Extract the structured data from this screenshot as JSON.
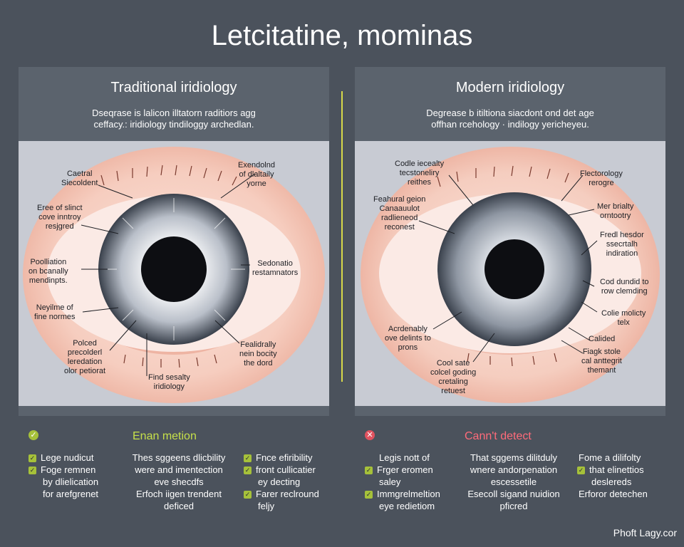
{
  "title": "Letcitatine, mominas",
  "colors": {
    "background": "#4b525c",
    "positive": "#c6e04a",
    "negative": "#ff6b7a",
    "check": "#a6c13a",
    "divider": "#d7d94a"
  },
  "left": {
    "heading": "Traditional iridiology",
    "desc_lines": [
      "Dseqrase is lalicon illtatorn raditiors agg",
      "ceffacy.: iridiology tindiloggy archedlan."
    ],
    "labels": [
      [
        "Caetral",
        "Siecoldent"
      ],
      [
        "Exendolnd",
        "of dlaltaily",
        "yorne"
      ],
      [
        "Eree of slinct",
        "cove inntroy",
        "resjgred"
      ],
      [
        "Poolliation",
        "on bcanally",
        "mendinpts."
      ],
      [
        "Sedonatio",
        "restamnators"
      ],
      [
        "Neyilme of",
        "fine normes"
      ],
      [
        "Polced",
        "precolderl",
        "leredation",
        "olor petiorat"
      ],
      [
        "Fealidrally",
        "nein bocity",
        "the dord"
      ],
      [
        "Find sesalty",
        "iridiology"
      ]
    ]
  },
  "right": {
    "heading": "Modern iridiology",
    "desc_lines": [
      "Degrease b itiltiona siacdont ond det age",
      "offhan rcehology · indilogy yericheyeu."
    ],
    "labels": [
      [
        "Codle iecealty",
        "tecstoneliry",
        "reithes"
      ],
      [
        "Flectorology",
        "rerogre"
      ],
      [
        "Feahural geion",
        "Canaauulot",
        "radlieneod",
        "reconest"
      ],
      [
        "Mer brialty",
        "orntootry"
      ],
      [
        "Fredl hesdor",
        "ssecrtalh",
        "indiration"
      ],
      [
        "Cod dundid to",
        "row clemding"
      ],
      [
        "Colie molicty",
        "telx"
      ],
      [
        "Acrdenably",
        "ove delints to",
        "prons"
      ],
      [
        "Calided"
      ],
      [
        "Fiagk stole",
        "cal anttegrit",
        "themant"
      ],
      [
        "Cool sate",
        "colcel goding",
        "cretaling",
        "retuest"
      ]
    ]
  },
  "bottom": {
    "left": {
      "icon": "✓",
      "heading": "Enan metion",
      "col1": [
        {
          "check": true,
          "text": "Lege nudicut"
        },
        {
          "check": true,
          "text": "Foge remnen"
        },
        {
          "check": false,
          "text": "by dlielication"
        },
        {
          "check": false,
          "text": "for arefgrenet"
        }
      ],
      "col2": [
        "Thes sggeens dlicbility",
        "were and imentection",
        "eve shecdfs",
        "Erfoch iigen trendent",
        "deficed"
      ],
      "col3": [
        {
          "check": true,
          "text": "Fnce efiribility"
        },
        {
          "check": true,
          "text": "front cullicatier"
        },
        {
          "check": false,
          "text": "ey decting"
        },
        {
          "check": true,
          "text": "Farer reclround"
        },
        {
          "check": false,
          "text": "feljy"
        }
      ]
    },
    "right": {
      "icon": "✕",
      "heading": "Cann't detect",
      "col1": [
        {
          "check": false,
          "text": "Legis nott of"
        },
        {
          "check": true,
          "text": "Frger eromen"
        },
        {
          "check": false,
          "text": "saley"
        },
        {
          "check": true,
          "text": "Immgrelmeltion"
        },
        {
          "check": false,
          "text": "eye redietiom"
        }
      ],
      "col2": [
        "That sggems dilitduly",
        "wnere andorpenation",
        "escessetile",
        "Esecoll sigand nuidion",
        "pficred"
      ],
      "col3": [
        {
          "check": false,
          "text": "Fome a dilifolty"
        },
        {
          "check": true,
          "text": "that elinettios"
        },
        {
          "check": false,
          "text": "deslereds"
        },
        {
          "check": false,
          "text": "Erforor detechen"
        }
      ]
    }
  },
  "footer": "Phoft Lagy.cor"
}
